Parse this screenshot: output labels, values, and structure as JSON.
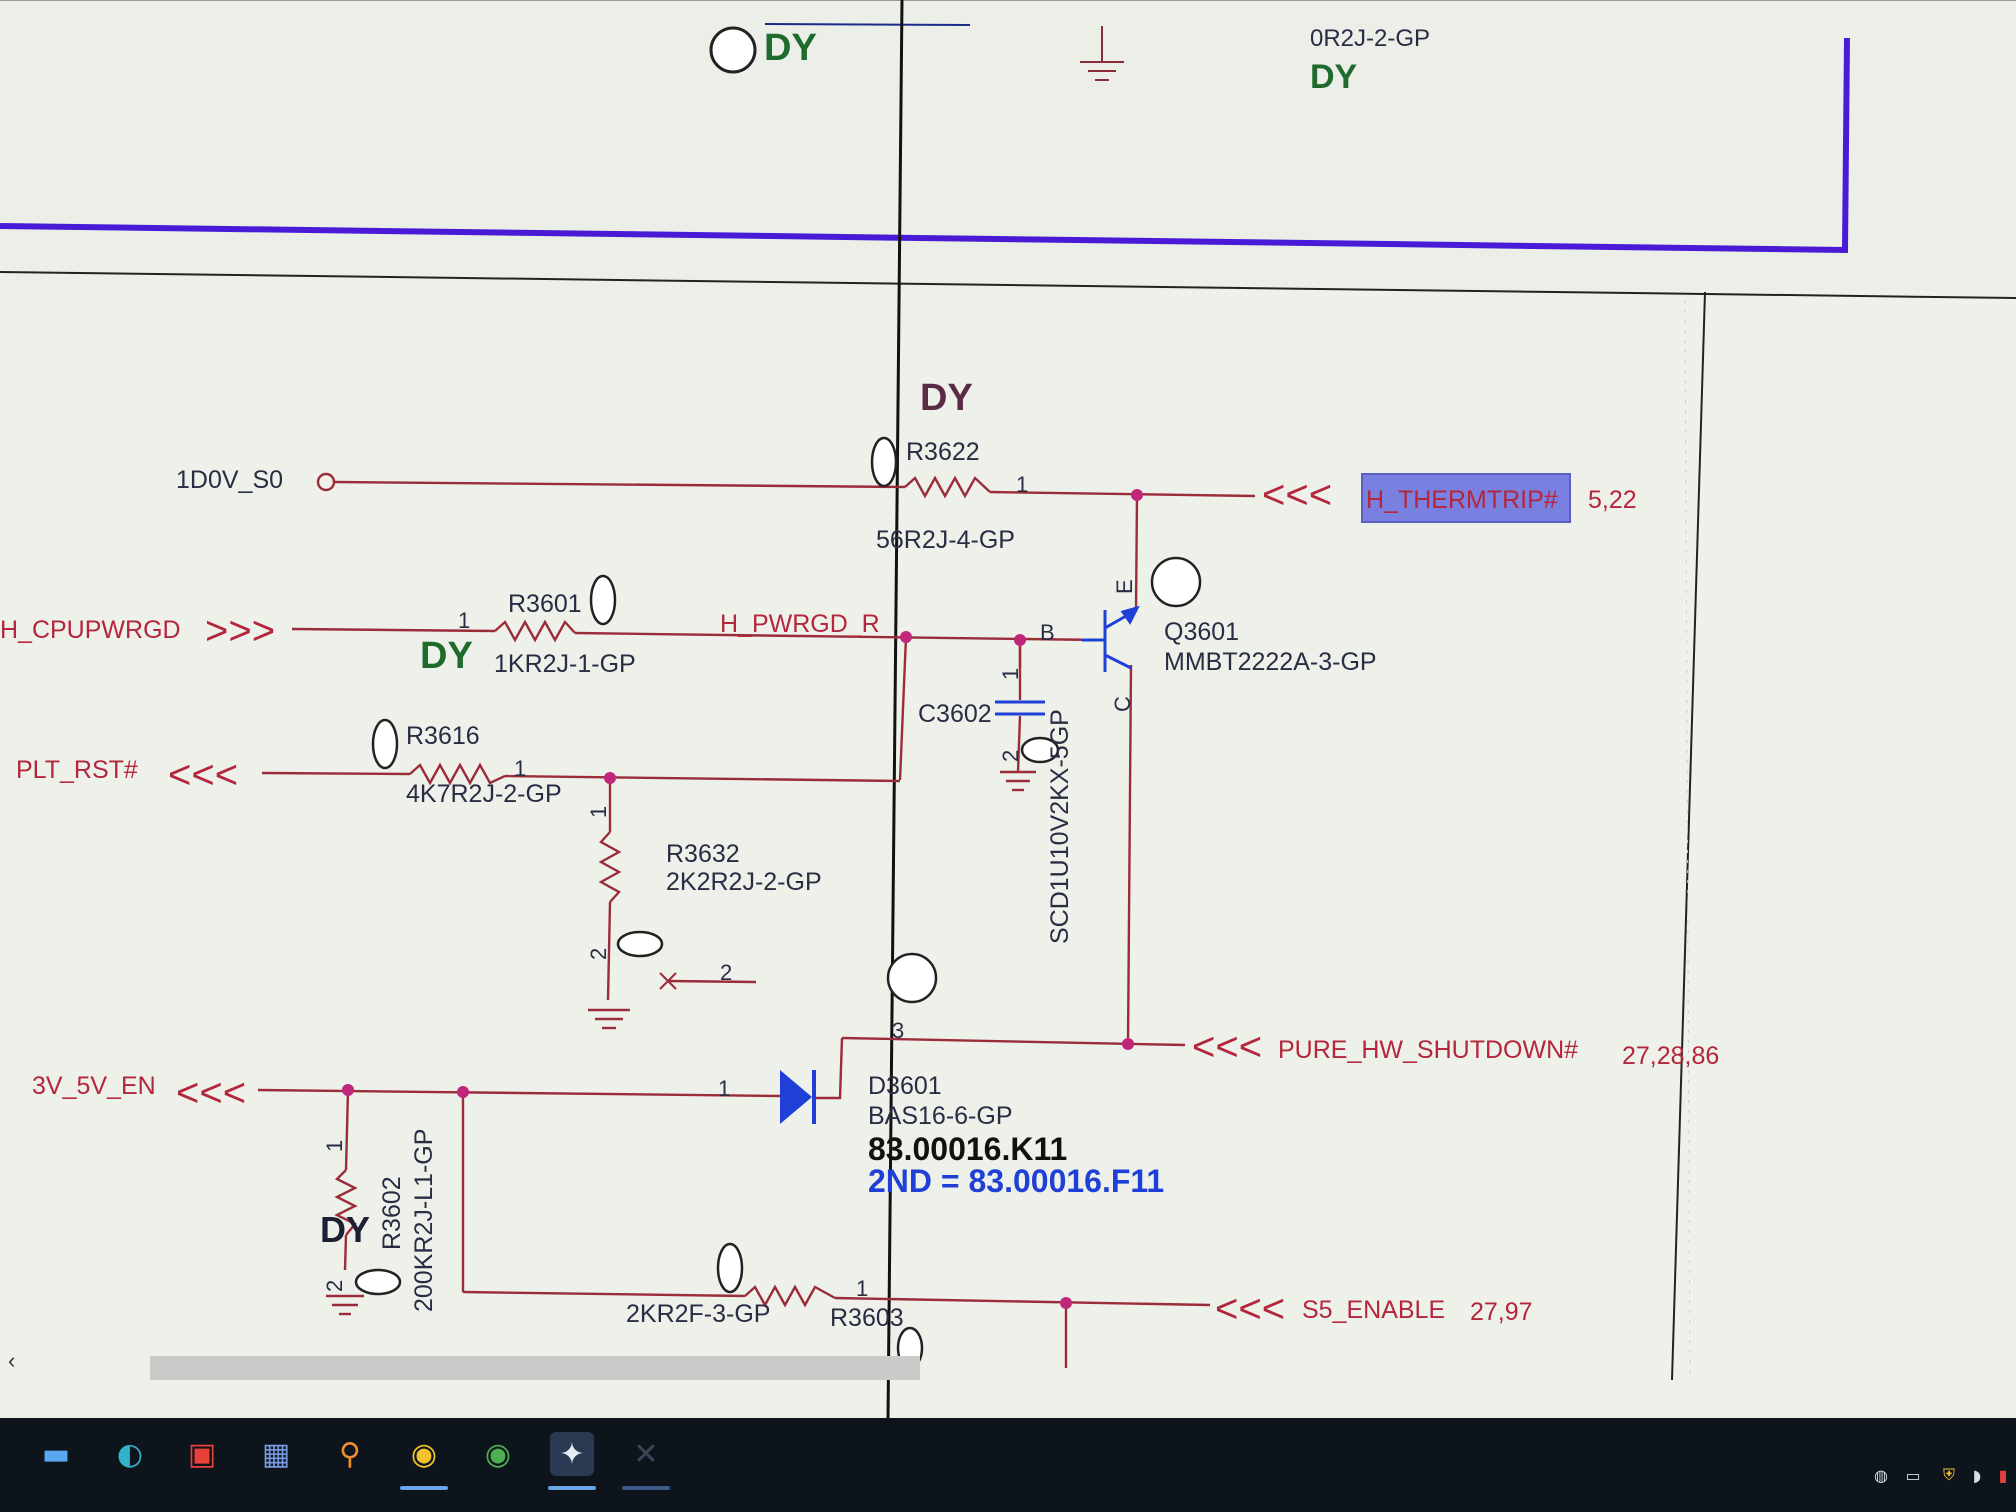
{
  "ground_icon": "ground-symbol-icon",
  "top_section": {
    "dy_label_left": "DY",
    "part_number": "0R2J-2-GP",
    "dy_label_right": "DY"
  },
  "nets": {
    "v1d0": "1D0V_S0",
    "h_thermtrip": "H_THERMTRIP#",
    "h_thermtrip_ref": "5,22",
    "h_cpupwrgd": "H_CPUPWRGD",
    "h_pwrgd_r": "H_PWRGD_R",
    "plt_rst": "PLT_RST#",
    "v3v5v_en": "3V_5V_EN",
    "pure_hw_shutdown": "PURE_HW_SHUTDOWN#",
    "pure_hw_shutdown_ref": "27,28,86",
    "s5_enable": "S5_ENABLE",
    "s5_enable_ref": "27,97"
  },
  "components": {
    "r3622": {
      "ref": "R3622",
      "value": "56R2J-4-GP",
      "dy": "DY"
    },
    "r3601": {
      "ref": "R3601",
      "value": "1KR2J-1-GP",
      "dy": "DY"
    },
    "r3616": {
      "ref": "R3616",
      "value": "4K7R2J-2-GP"
    },
    "r3632": {
      "ref": "R3632",
      "value": "2K2R2J-2-GP"
    },
    "c3602": {
      "ref": "C3602",
      "value": "SCD1U10V2KX-5GP"
    },
    "q3601": {
      "ref": "Q3601",
      "value": "MMBT2222A-3-GP"
    },
    "d3601": {
      "ref": "D3601",
      "value": "BAS16-6-GP",
      "part": "83.00016.K11",
      "second": "2ND = 83.00016.F11"
    },
    "r3602": {
      "ref": "R3602",
      "value": "200KR2J-L1-GP",
      "dy": "DY"
    },
    "r3603": {
      "ref": "R3603",
      "value": "2KR2F-3-GP"
    }
  },
  "pins": {
    "p1": "1",
    "p2": "2",
    "p3": "3",
    "base": "B",
    "emitter": "E",
    "collector": "C"
  },
  "taskbar": {
    "icons": [
      "windows-start-icon",
      "edge-browser-icon",
      "app-icon",
      "grid-app-icon",
      "search-icon",
      "chrome-canary-icon",
      "chrome-icon",
      "pinned-app-icon",
      "remote-icon"
    ]
  },
  "colors": {
    "wire": "#9b2d3a",
    "net_label": "#b3263c",
    "component_text": "#2b2b44",
    "dy_green": "#1f6b2e",
    "dy_purple": "#5b2a45",
    "highlight": "#7a80e0",
    "blue_text": "#1f3fd6",
    "border_purple": "#4a1bd6"
  }
}
